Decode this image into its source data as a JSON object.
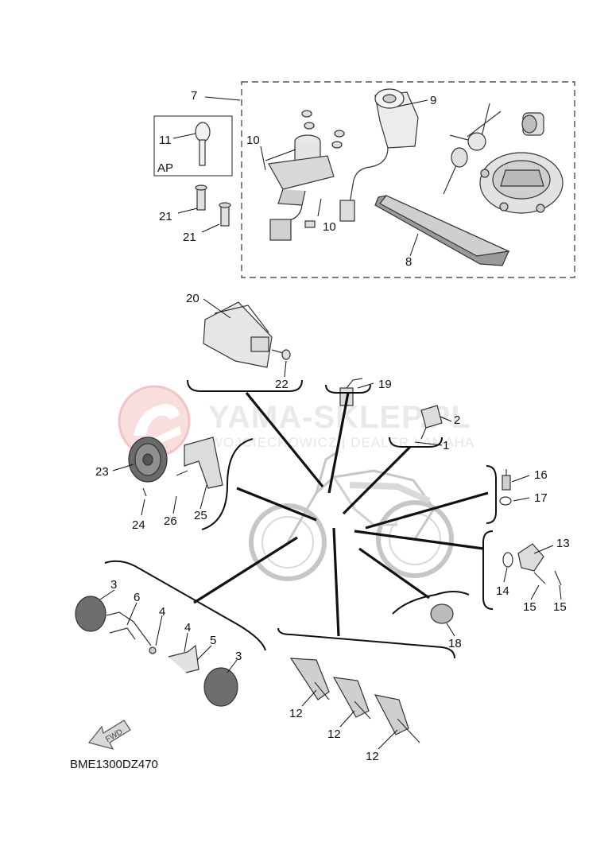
{
  "watermark": {
    "brand": "YAMA-SKLEP.PL",
    "tagline": "WOJCIECHOWICZ | DEALER YAMAHA"
  },
  "diagram_code": "BME1300DZ470",
  "inset_label": "AP",
  "fwd_label": "FWD",
  "callouts": {
    "c1": "1",
    "c2": "2",
    "c3a": "3",
    "c3b": "3",
    "c4a": "4",
    "c4b": "4",
    "c5": "5",
    "c6": "6",
    "c7": "7",
    "c8": "8",
    "c9": "9",
    "c10a": "10",
    "c10b": "10",
    "c11": "11",
    "c12a": "12",
    "c12b": "12",
    "c12c": "12",
    "c13": "13",
    "c14": "14",
    "c15a": "15",
    "c15b": "15",
    "c16": "16",
    "c17": "17",
    "c18": "18",
    "c19": "19",
    "c20": "20",
    "c21a": "21",
    "c21b": "21",
    "c22": "22",
    "c23": "23",
    "c24": "24",
    "c25": "25",
    "c26": "26"
  }
}
